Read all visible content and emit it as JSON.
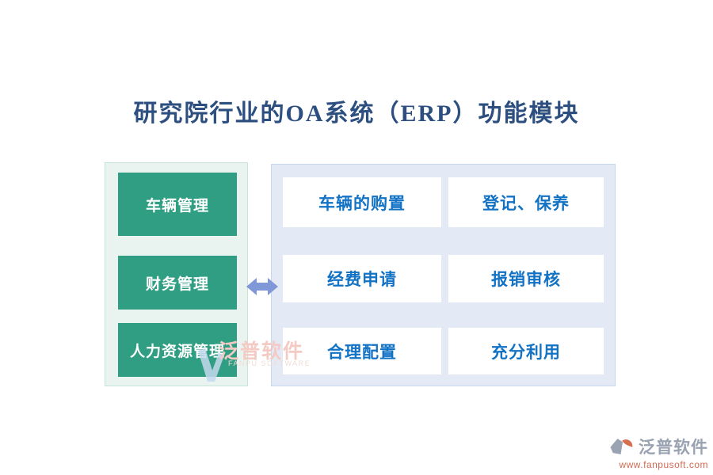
{
  "title": "研究院行业的OA系统（ERP）功能模块",
  "left_panel": {
    "modules": [
      {
        "label": "车辆管理"
      },
      {
        "label": "财务管理"
      },
      {
        "label": "人力资源管理"
      }
    ]
  },
  "right_panel": {
    "features": [
      {
        "label": "车辆的购置"
      },
      {
        "label": "登记、保养"
      },
      {
        "label": "经费申请"
      },
      {
        "label": "报销审核"
      },
      {
        "label": "合理配置"
      },
      {
        "label": "充分利用"
      }
    ]
  },
  "watermark": {
    "brand": "泛普软件",
    "brand_en": "FANPU SOFTWARE"
  },
  "footer": {
    "brand": "泛普软件",
    "url": "www.fanpusoft.com"
  },
  "colors": {
    "title_text": "#2d4f80",
    "module_green": "#2f9e82",
    "left_panel_bg": "#e9f4f0",
    "left_panel_border": "#c5e3d6",
    "right_panel_bg": "#e4eaf5",
    "right_panel_border": "#c9d7ed",
    "feature_text_blue": "#1272c4",
    "arrow_blue": "#8098d8",
    "watermark_pink": "#f4cbc4",
    "footer_gray": "#99a2b0",
    "footer_orange": "#d06c52"
  }
}
